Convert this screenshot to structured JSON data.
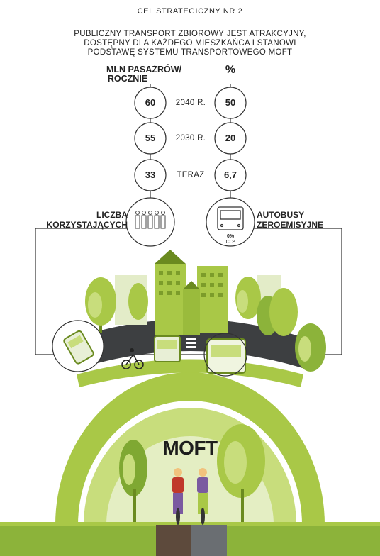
{
  "header": {
    "goal": "CEL STRATEGICZNY NR 2",
    "description": [
      "PUBLICZNY TRANSPORT ZBIOROWY JEST ATRAKCYJNY,",
      "DOSTĘPNY DLA KAŻDEGO MIESZKAŃCA I STANOWI",
      "PODSTAWĘ SYSTEMU TRANSPORTOWEGO MOFT"
    ]
  },
  "stats": {
    "left_header": [
      "MLN PASAŻRÓW/",
      "ROCZNIE"
    ],
    "right_header": "%",
    "rows": [
      {
        "year": "2040 R.",
        "passengers": "60",
        "percent": "50"
      },
      {
        "year": "2030 R.",
        "passengers": "55",
        "percent": "20"
      },
      {
        "year": "TERAZ",
        "passengers": "33",
        "percent": "6,7"
      }
    ]
  },
  "labels": {
    "users": [
      "LICZBA",
      "KORZYSTAJĄCYCH"
    ],
    "buses": [
      "AUTOBUSY",
      "ZEROEMISYJNE"
    ],
    "co2": [
      "0%",
      "CO²"
    ]
  },
  "illustration": {
    "title": "MOFT"
  },
  "colors": {
    "lime": "#a9c847",
    "light_green": "#c8dd7c",
    "dark_green": "#6a8a1f",
    "ground": "#8cb33a",
    "road": "#6a6e72",
    "track": "#5d4a3c"
  }
}
